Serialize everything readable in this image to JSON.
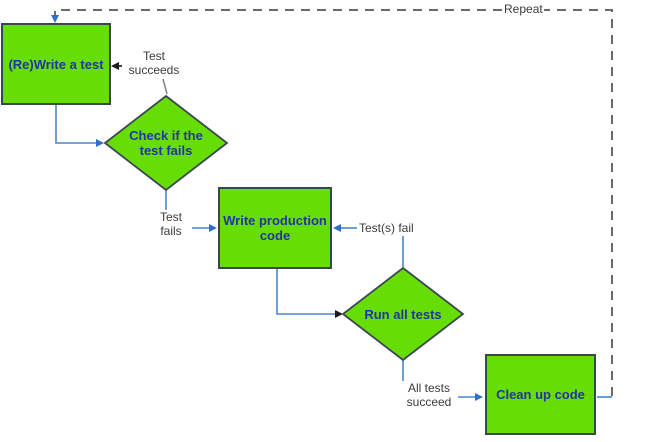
{
  "diagram": {
    "name": "test-driven-development-flowchart",
    "background": "#ffffff"
  },
  "nodes": [
    {
      "id": "rewrite-test",
      "type": "process",
      "label": "(Re)Write a test"
    },
    {
      "id": "check-test-fails",
      "type": "decision",
      "label": "Check if the test fails"
    },
    {
      "id": "write-production-code",
      "type": "process",
      "label": "Write production code"
    },
    {
      "id": "run-all-tests",
      "type": "decision",
      "label": "Run all tests"
    },
    {
      "id": "clean-up-code",
      "type": "process",
      "label": "Clean up code"
    }
  ],
  "labels": {
    "test_succeeds": "Test succeeds",
    "test_fails": "Test fails",
    "tests_fail": "Test(s) fail",
    "all_tests_succeed": "All tests succeed",
    "repeat": "Repeat"
  },
  "edges": [
    {
      "from": "repeat-loop",
      "to": "rewrite-test",
      "label": "Repeat"
    },
    {
      "from": "check-test-fails",
      "to": "rewrite-test",
      "label": "Test succeeds"
    },
    {
      "from": "rewrite-test",
      "to": "check-test-fails",
      "label": ""
    },
    {
      "from": "check-test-fails",
      "to": "write-production-code",
      "label": "Test fails"
    },
    {
      "from": "run-all-tests",
      "to": "write-production-code",
      "label": "Test(s) fail"
    },
    {
      "from": "write-production-code",
      "to": "run-all-tests",
      "label": ""
    },
    {
      "from": "run-all-tests",
      "to": "clean-up-code",
      "label": "All tests succeed"
    },
    {
      "from": "clean-up-code",
      "to": "repeat-loop",
      "label": ""
    }
  ],
  "colors": {
    "node_fill": "#66DE05",
    "node_border": "#3A4750",
    "node_text": "#2433A6",
    "connector_blue": "#4C86CC",
    "arrow_blue": "#2F6FC6",
    "arrow_black": "#1C1C1C",
    "connector_gray": "#8A8A8A",
    "dashed_loop": "#6B6B6B",
    "edge_label_text": "#3B3B3B"
  }
}
